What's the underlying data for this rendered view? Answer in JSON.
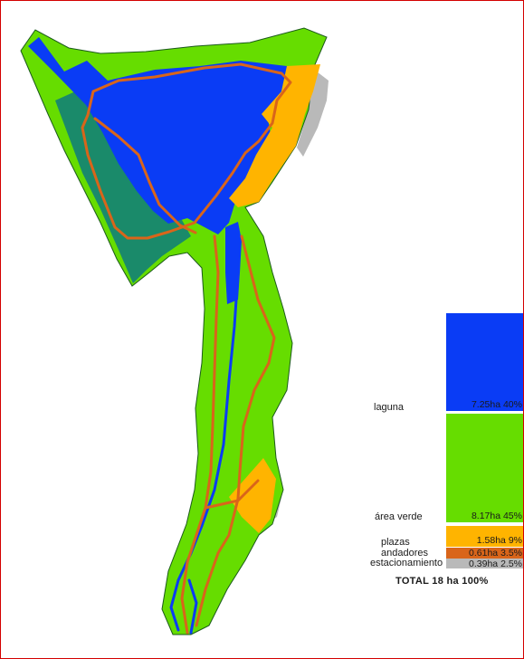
{
  "colors": {
    "laguna": "#0a3cf5",
    "area_verde": "#66dd00",
    "teal": "#1a8a6a",
    "plazas": "#ffb400",
    "andadores": "#d9651a",
    "estacionamiento": "#b9b9b9",
    "outline": "#1b5a1b",
    "frame": "#d40000"
  },
  "legend": {
    "items": [
      {
        "label": "laguna",
        "value": "7.25ha 40%",
        "color": "#0a3cf5"
      },
      {
        "label": "área verde",
        "value": "8.17ha 45%",
        "color": "#66dd00"
      },
      {
        "label": "plazas",
        "value": "1.58ha   9%",
        "color": "#ffb400"
      },
      {
        "label": "andadores",
        "value": "0.61ha 3.5%",
        "color": "#d9651a"
      },
      {
        "label": "estacionamiento",
        "value": "0.39ha 2.5%",
        "color": "#b9b9b9"
      }
    ],
    "total": "TOTAL  18 ha  100%"
  }
}
